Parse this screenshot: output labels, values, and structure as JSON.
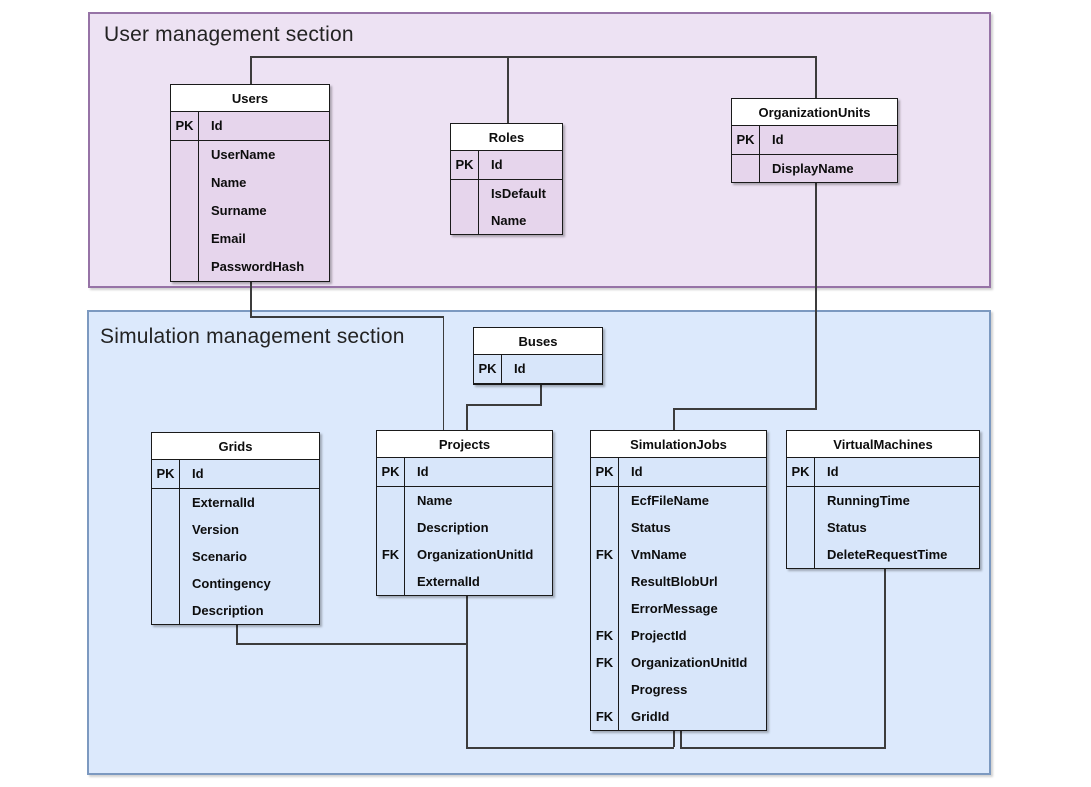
{
  "sections": [
    {
      "id": "user",
      "title": "User management section",
      "fill": "#ede2f3",
      "border": "#9673a6",
      "table_fill": "#e6d5ec"
    },
    {
      "id": "simulation",
      "title": "Simulation management section",
      "fill": "#dce9fc",
      "border": "#7c99c0",
      "table_fill": "#d8e6fa"
    }
  ],
  "key_labels": {
    "primary": "PK",
    "foreign": "FK"
  },
  "colors": {
    "connector_line": "#3c3c3c",
    "table_border": "#1a1a1a",
    "table_header_fill": "#ffffff",
    "page_background": "#ffffff"
  },
  "tables": [
    {
      "id": "users",
      "section": "user",
      "name": "Users",
      "primary_key": "Id",
      "fields": [
        {
          "name": "UserName"
        },
        {
          "name": "Name"
        },
        {
          "name": "Surname"
        },
        {
          "name": "Email"
        },
        {
          "name": "PasswordHash"
        }
      ]
    },
    {
      "id": "roles",
      "section": "user",
      "name": "Roles",
      "primary_key": "Id",
      "fields": [
        {
          "name": "IsDefault"
        },
        {
          "name": "Name"
        }
      ]
    },
    {
      "id": "organization_units",
      "section": "user",
      "name": "OrganizationUnits",
      "primary_key": "Id",
      "fields": [
        {
          "name": "DisplayName"
        }
      ]
    },
    {
      "id": "buses",
      "section": "simulation",
      "name": "Buses",
      "primary_key": "Id",
      "fields": []
    },
    {
      "id": "grids",
      "section": "simulation",
      "name": "Grids",
      "primary_key": "Id",
      "fields": [
        {
          "name": "ExternalId"
        },
        {
          "name": "Version"
        },
        {
          "name": "Scenario"
        },
        {
          "name": "Contingency"
        },
        {
          "name": "Description"
        }
      ]
    },
    {
      "id": "projects",
      "section": "simulation",
      "name": "Projects",
      "primary_key": "Id",
      "fields": [
        {
          "name": "Name"
        },
        {
          "name": "Description"
        },
        {
          "name": "OrganizationUnitId",
          "fk": true
        },
        {
          "name": "ExternalId"
        }
      ]
    },
    {
      "id": "simulation_jobs",
      "section": "simulation",
      "name": "SimulationJobs",
      "primary_key": "Id",
      "fields": [
        {
          "name": "EcfFileName"
        },
        {
          "name": "Status"
        },
        {
          "name": "VmName",
          "fk": true
        },
        {
          "name": "ResultBlobUrl"
        },
        {
          "name": "ErrorMessage"
        },
        {
          "name": "ProjectId",
          "fk": true
        },
        {
          "name": "OrganizationUnitId",
          "fk": true
        },
        {
          "name": "Progress"
        },
        {
          "name": "GridId",
          "fk": true
        }
      ]
    },
    {
      "id": "virtual_machines",
      "section": "simulation",
      "name": "VirtualMachines",
      "primary_key": "Id",
      "fields": [
        {
          "name": "RunningTime"
        },
        {
          "name": "Status"
        },
        {
          "name": "DeleteRequestTime"
        }
      ]
    }
  ]
}
